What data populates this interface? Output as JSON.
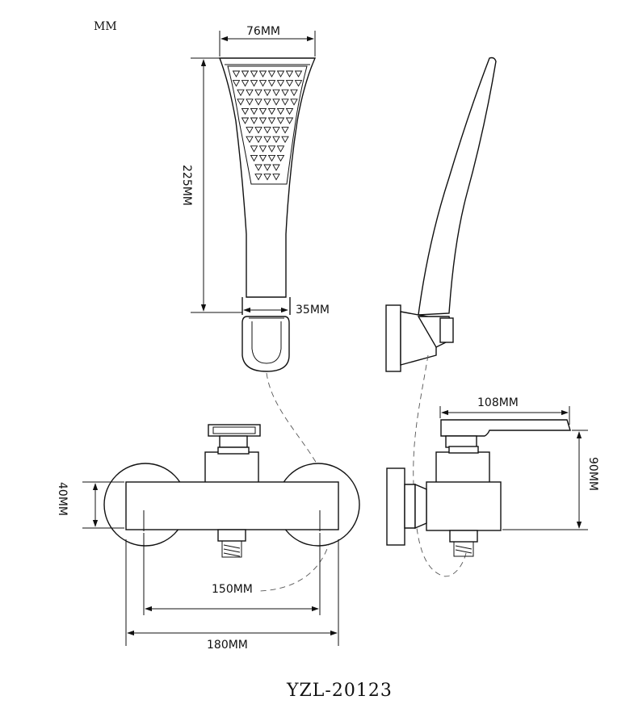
{
  "unit_label": "MM",
  "dimensions": {
    "head_width": "76MM",
    "head_length": "225MM",
    "handle_width": "35MM",
    "lever_length": "108MM",
    "body_height_side": "90MM",
    "body_height": "40MM",
    "inlet_spacing": "150MM",
    "overall_width": "180MM"
  },
  "model_number": "YZL-20123"
}
